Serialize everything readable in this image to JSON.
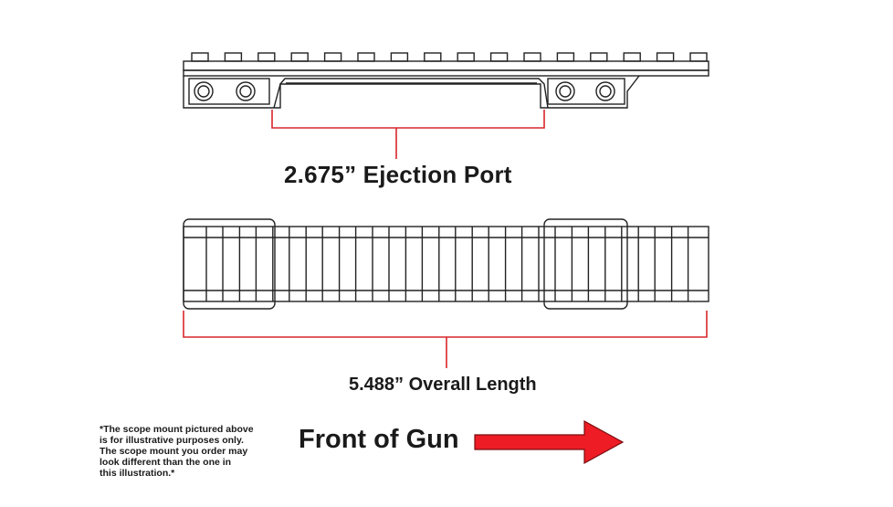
{
  "diagram": {
    "ejection_port_label": "2.675” Ejection Port",
    "overall_length_label": "5.488” Overall Length",
    "front_label": "Front of Gun",
    "disclaimer_lines": [
      "*The scope mount pictured above",
      "is for illustrative purposes only.",
      "The scope mount you order may",
      "look different than the one in",
      "this illustration.*"
    ],
    "colors": {
      "line": "#222222",
      "dimension_red": "#d9262b",
      "arrow_fill": "#ee1c24"
    },
    "icons": {
      "arrow": "right-arrow-icon"
    }
  }
}
